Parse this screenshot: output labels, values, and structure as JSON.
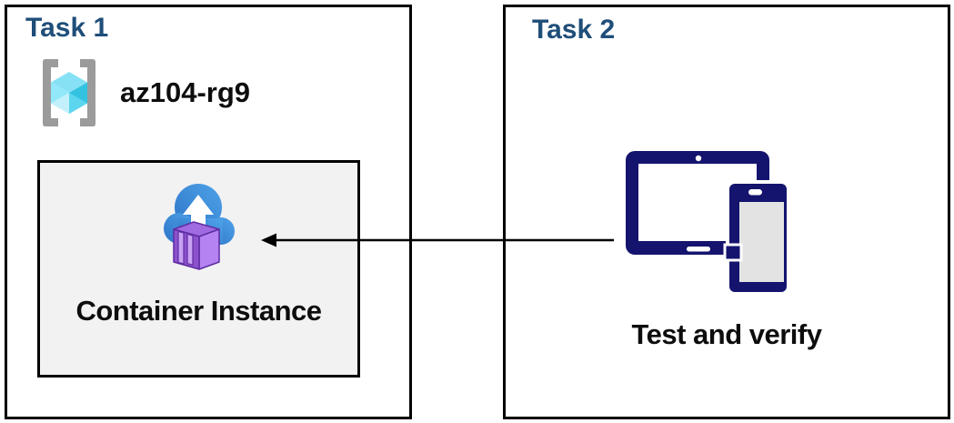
{
  "diagram": {
    "task1": {
      "title": "Task 1",
      "resource_group_name": "az104-rg9",
      "container_instance_label": "Container Instance"
    },
    "task2": {
      "title": "Task 2",
      "devices_label": "Test and verify"
    },
    "arrow": {
      "direction": "right-to-left",
      "from": "task2-devices",
      "to": "container-instance"
    }
  },
  "icons": {
    "resource_group": "azure-resource-group-icon",
    "container_instance": "azure-container-instances-icon",
    "devices": "tablet-phone-icon",
    "connector": "left-arrow-connector"
  },
  "colors": {
    "title": "#1F4E79",
    "text": "#0d0d0d",
    "border": "#000000",
    "ci-box-bg": "#f2f2f2",
    "device-navy": "#14146e",
    "bracket-gray": "#9b9b9b",
    "cube-top": "#87e1f5",
    "cube-left": "#92e8f8",
    "cube-left-light": "#c2f1fb",
    "cube-right": "#33c3e0",
    "cube-right-light": "#5cd5ee",
    "cloud-blue-dark": "#2d74c8",
    "cloud-blue-light": "#4fa3e8",
    "container-front": "#8c52cc",
    "container-side": "#b583f2",
    "container-top": "#a06ae0",
    "container-door": "#c9a2f5",
    "container-outline": "#5f2da3",
    "phone-screen": "#e3e3e3",
    "arrow": "#000000"
  }
}
